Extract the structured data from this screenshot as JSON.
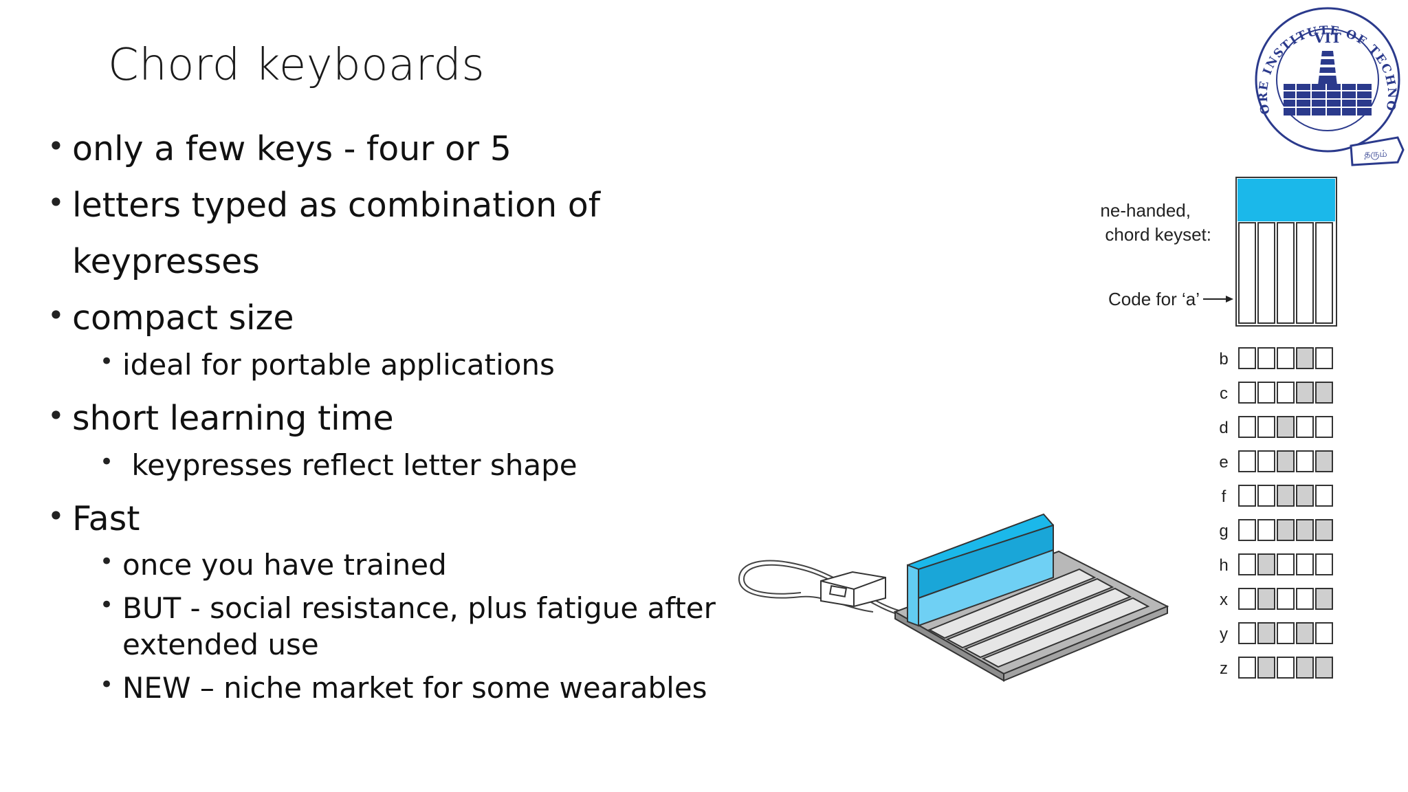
{
  "slide": {
    "title": "Chord keyboards",
    "bullets": [
      {
        "level": 1,
        "text": "only a few keys - four or 5"
      },
      {
        "level": 1,
        "text": "letters typed as combination of"
      },
      {
        "level": 0,
        "text": "keypresses"
      },
      {
        "level": 1,
        "text": "compact size"
      },
      {
        "level": 2,
        "text": "ideal for portable applications"
      },
      {
        "level": 1,
        "text": "short learning time"
      },
      {
        "level": 2,
        "text": " keypresses reflect letter shape"
      },
      {
        "level": 1,
        "text": "Fast"
      },
      {
        "level": 2,
        "text": "once you have trained"
      },
      {
        "level": 2,
        "text": "BUT - social resistance, plus fatigue after"
      },
      {
        "level": 0,
        "text": "extended use"
      },
      {
        "level": 2,
        "text": "NEW – niche market for some wearables"
      }
    ]
  },
  "logo": {
    "ring_text": "VELLORE INSTITUTE OF TECHNOLOGY",
    "center_text": "VIT",
    "ribbon_text": "தரும்",
    "color": "#2b3a8c"
  },
  "diagram": {
    "label_line1": "One-handed,",
    "label_line2": "chord keyset:",
    "code_label": "Code for ‘a’",
    "accent_color": "#1bb8ea",
    "letters": [
      "b",
      "c",
      "d",
      "e",
      "f",
      "g",
      "h",
      "x",
      "y",
      "z"
    ]
  }
}
